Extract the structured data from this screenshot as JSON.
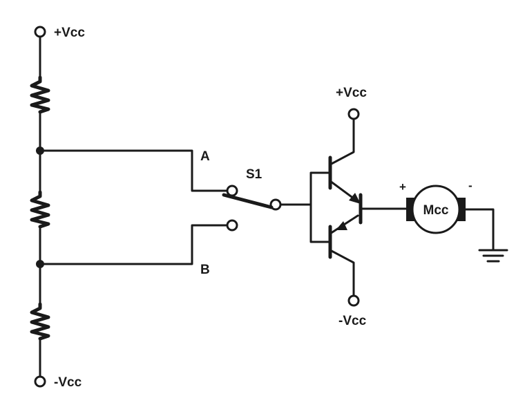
{
  "labels": {
    "vcc_pos_left": "+Vcc",
    "vcc_neg_left": "-Vcc",
    "node_a": "A",
    "node_b": "B",
    "switch": "S1",
    "vcc_pos_transistor": "+Vcc",
    "vcc_neg_transistor": "-Vcc",
    "motor": "Mcc",
    "motor_plus": "+",
    "motor_minus": "-"
  }
}
